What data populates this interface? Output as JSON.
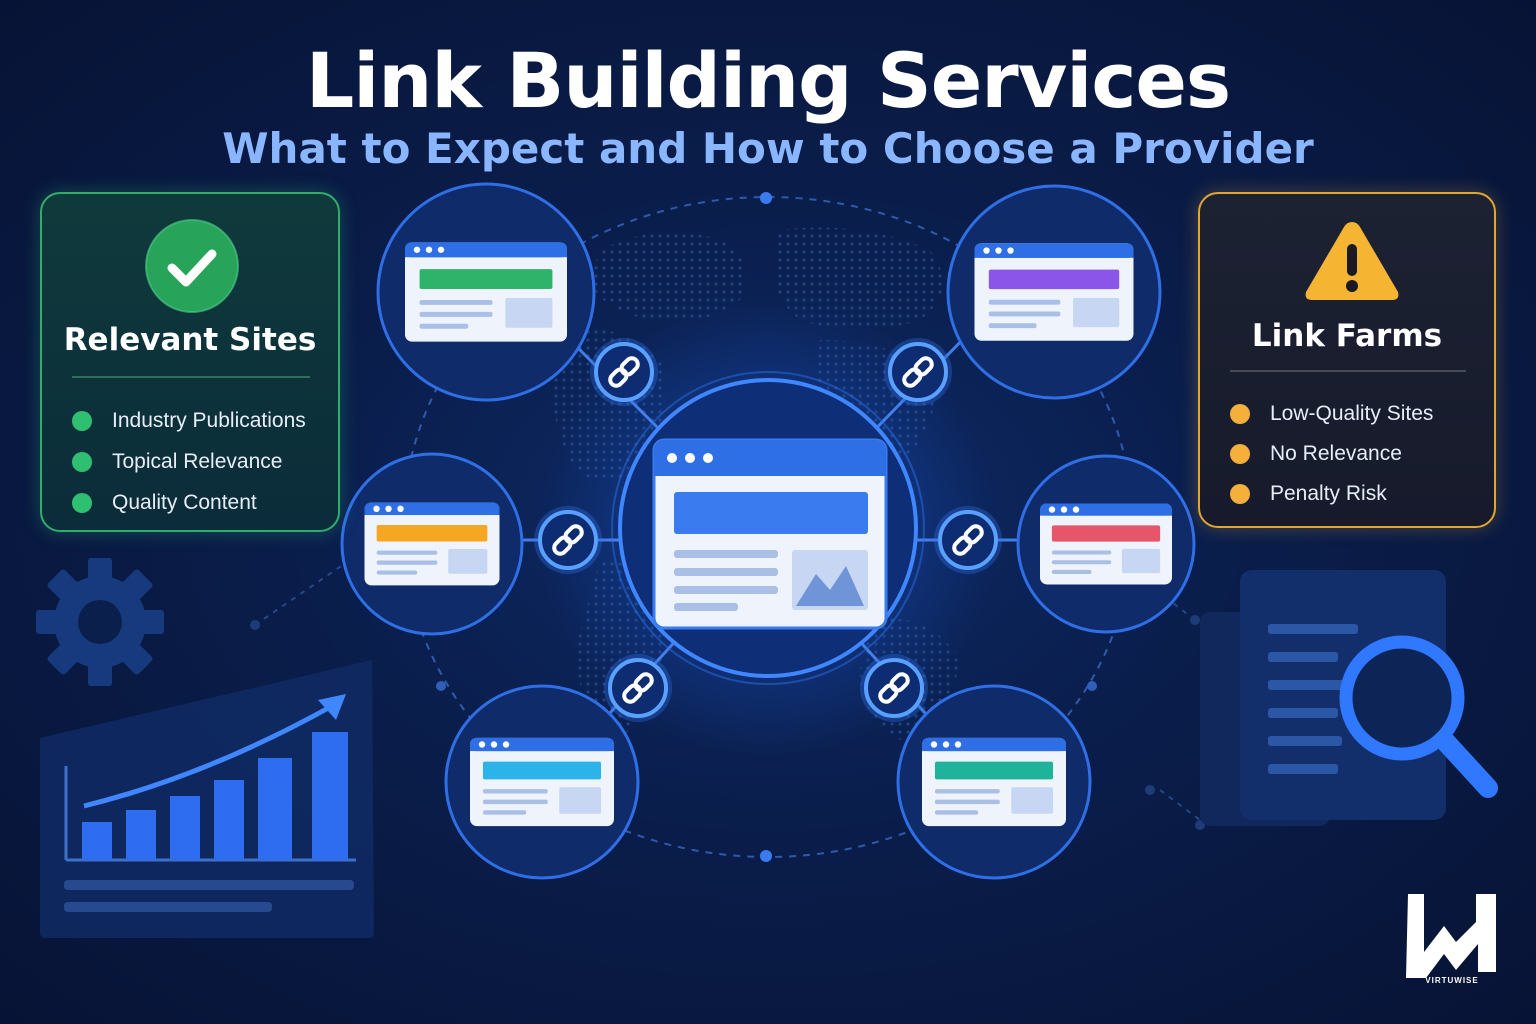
{
  "header": {
    "title": "Link Building Services",
    "subtitle": "What to Expect and How to Choose a Provider"
  },
  "good_card": {
    "title": "Relevant Sites",
    "icon": "check-circle-icon",
    "accent": "#2fae6a",
    "items": [
      "Industry Publications",
      "Topical Relevance",
      "Quality Content"
    ]
  },
  "bad_card": {
    "title": "Link Farms",
    "icon": "warning-triangle-icon",
    "accent": "#f4b03a",
    "items": [
      "Low-Quality Sites",
      "No Relevance",
      "Penalty Risk"
    ]
  },
  "network": {
    "hub_icon": "browser-window-icon",
    "link_icon": "chain-link-icon",
    "satellite_colors": [
      "#2fb36a",
      "#8a55e8",
      "#f5a623",
      "#e5566a",
      "#2bb3ea",
      "#1fb39a"
    ]
  },
  "decor": {
    "left_icons": [
      "gear-icon",
      "growth-chart-icon"
    ],
    "right_icons": [
      "document-icon",
      "magnifier-icon"
    ]
  },
  "brand": {
    "name": "VIRTUWISE",
    "logo_icon": "virtuwise-logo-icon"
  }
}
